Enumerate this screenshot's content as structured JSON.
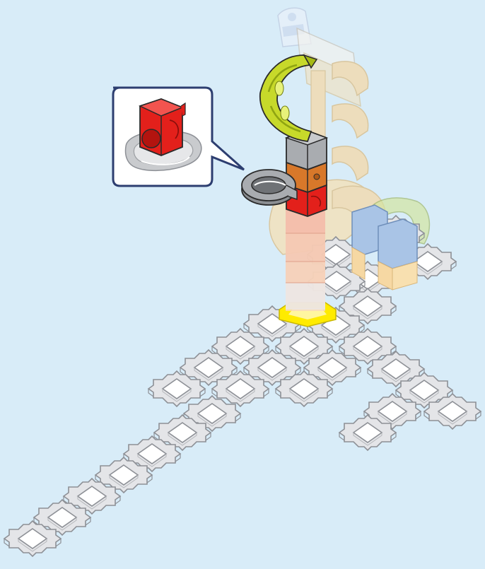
{
  "scene": {
    "type": "assembly-instruction-step",
    "colors": {
      "background": "#d8ecf8",
      "base_plate": "#e4e5e8",
      "base_plate_outline": "#8d9096",
      "highlight_socket": "#ffeb00",
      "red_part": "#e3201b",
      "orange_part": "#d8782a",
      "gray_part": "#a9acb0",
      "green_curve": "#c7d92a",
      "ghost_parts": "#f6d8a3",
      "blue_parts": "#a9c4e6",
      "callout_border": "#2d3e70"
    },
    "icons": {
      "callout": "detail-magnifier-callout",
      "logo": "brand-logo-ghost"
    }
  }
}
